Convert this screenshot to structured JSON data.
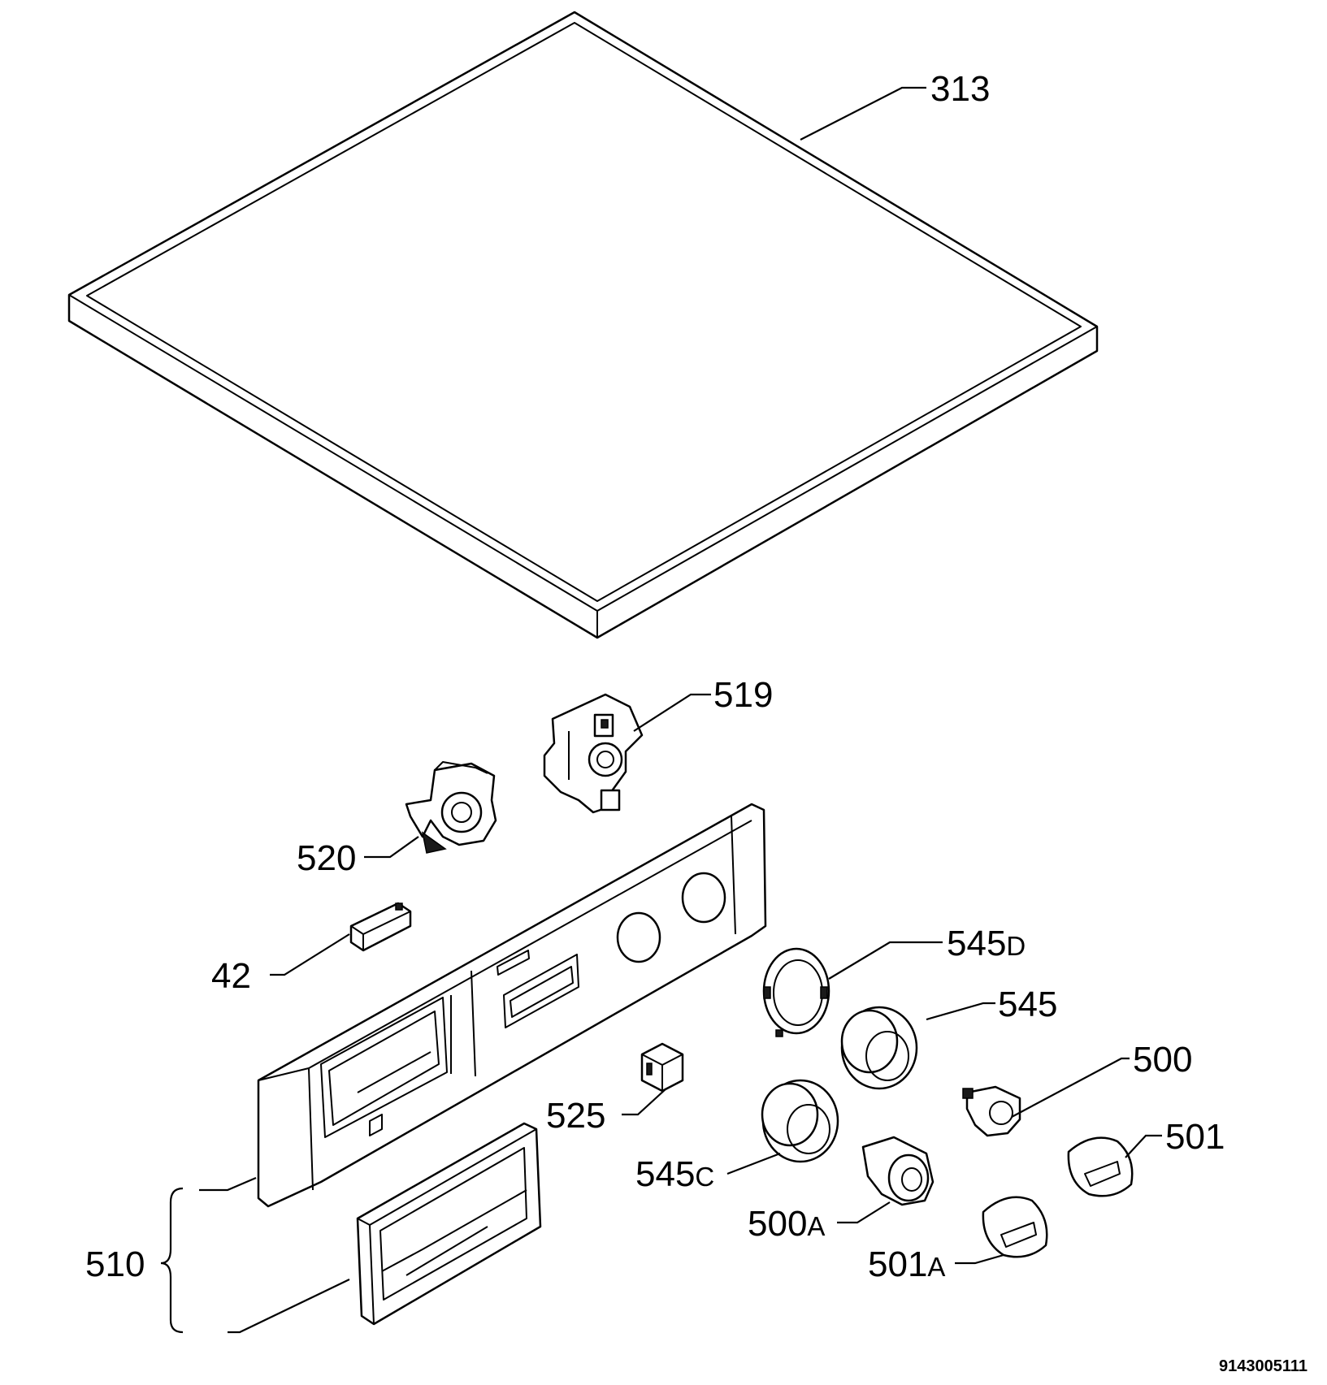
{
  "callouts": {
    "c313": "313",
    "c519": "519",
    "c520": "520",
    "c42": "42",
    "c545d": "545",
    "c545d_sfx": "D",
    "c545": "545",
    "c500": "500",
    "c525": "525",
    "c501": "501",
    "c545c": "545",
    "c545c_sfx": "C",
    "c500a": "500",
    "c500a_sfx": "A",
    "c501a": "501",
    "c501a_sfx": "A",
    "c510": "510"
  },
  "document_number": "9143005111"
}
